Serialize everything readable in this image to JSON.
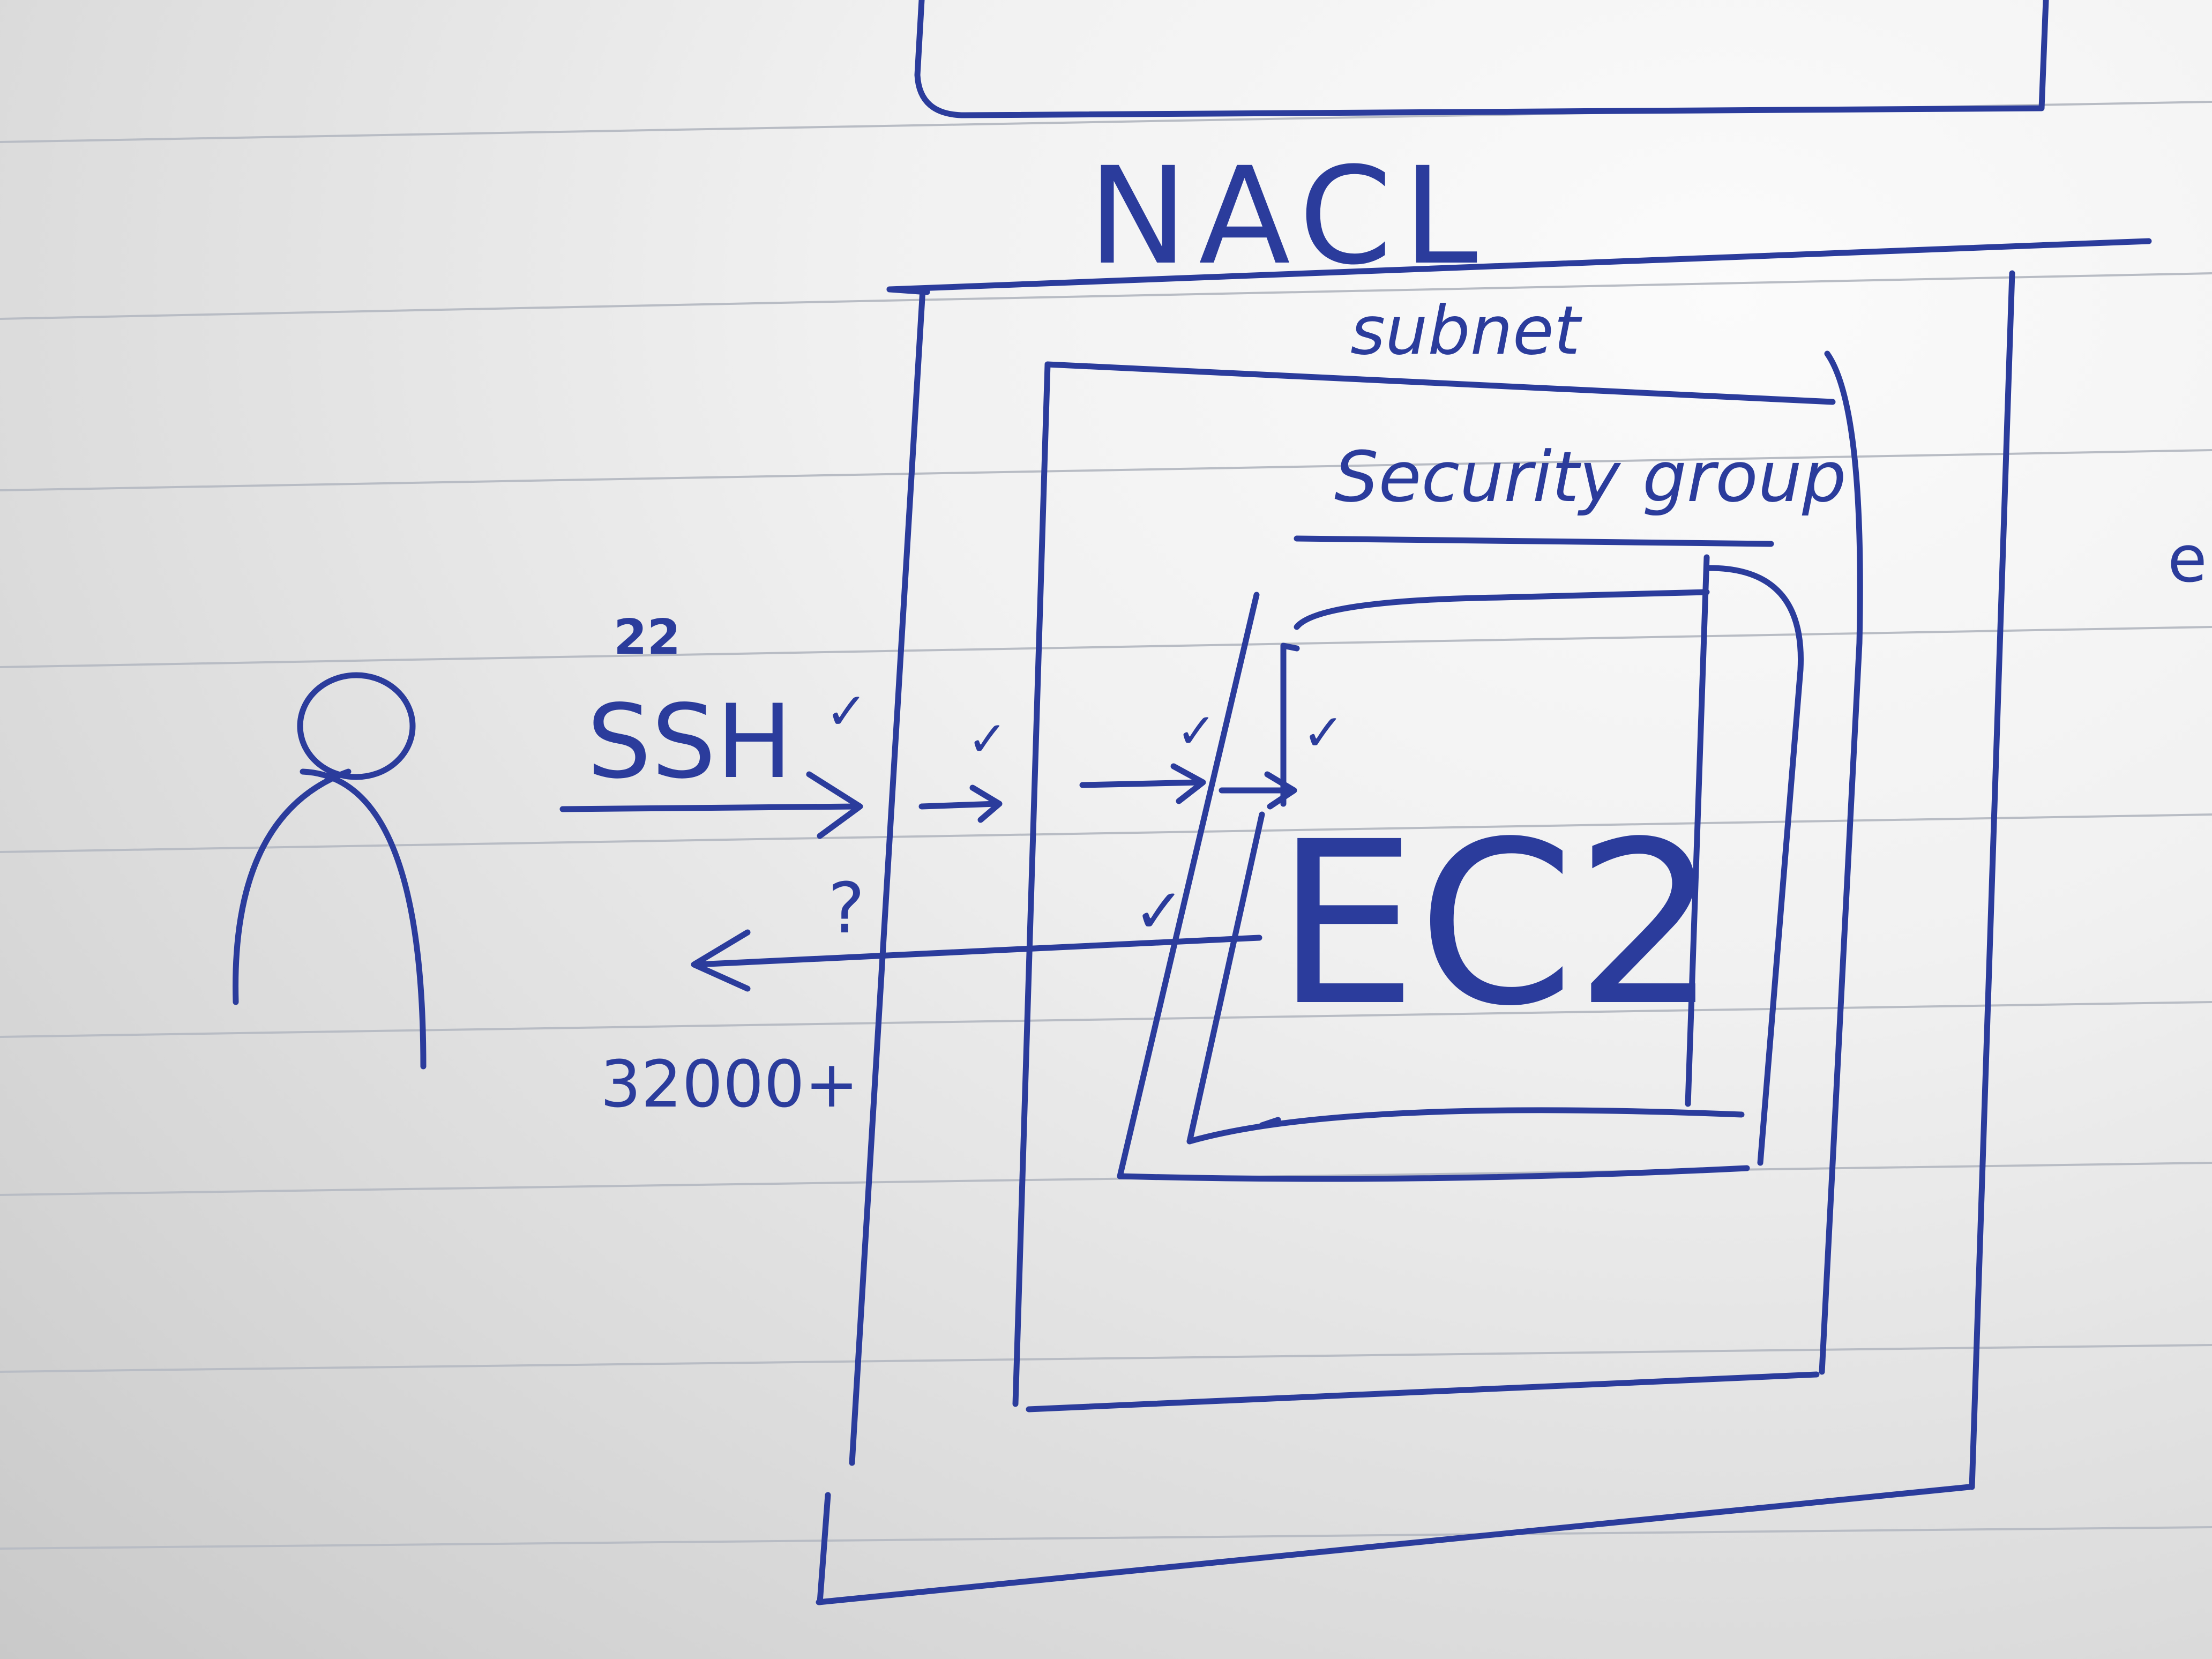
{
  "diagram": {
    "labels": {
      "nacl": "NACL",
      "subnet": "subnet",
      "security_group": "Security group",
      "ec2": "EC2",
      "port": "22",
      "protocol": "SSH",
      "return_ports": "32000+",
      "unknown_mark": "?",
      "check_mark": "✓",
      "partial_letter": "e"
    },
    "ink_color": "#2b3c9c",
    "paper_color": "#f1f1f1",
    "rule_color": "#b8bcc4"
  }
}
